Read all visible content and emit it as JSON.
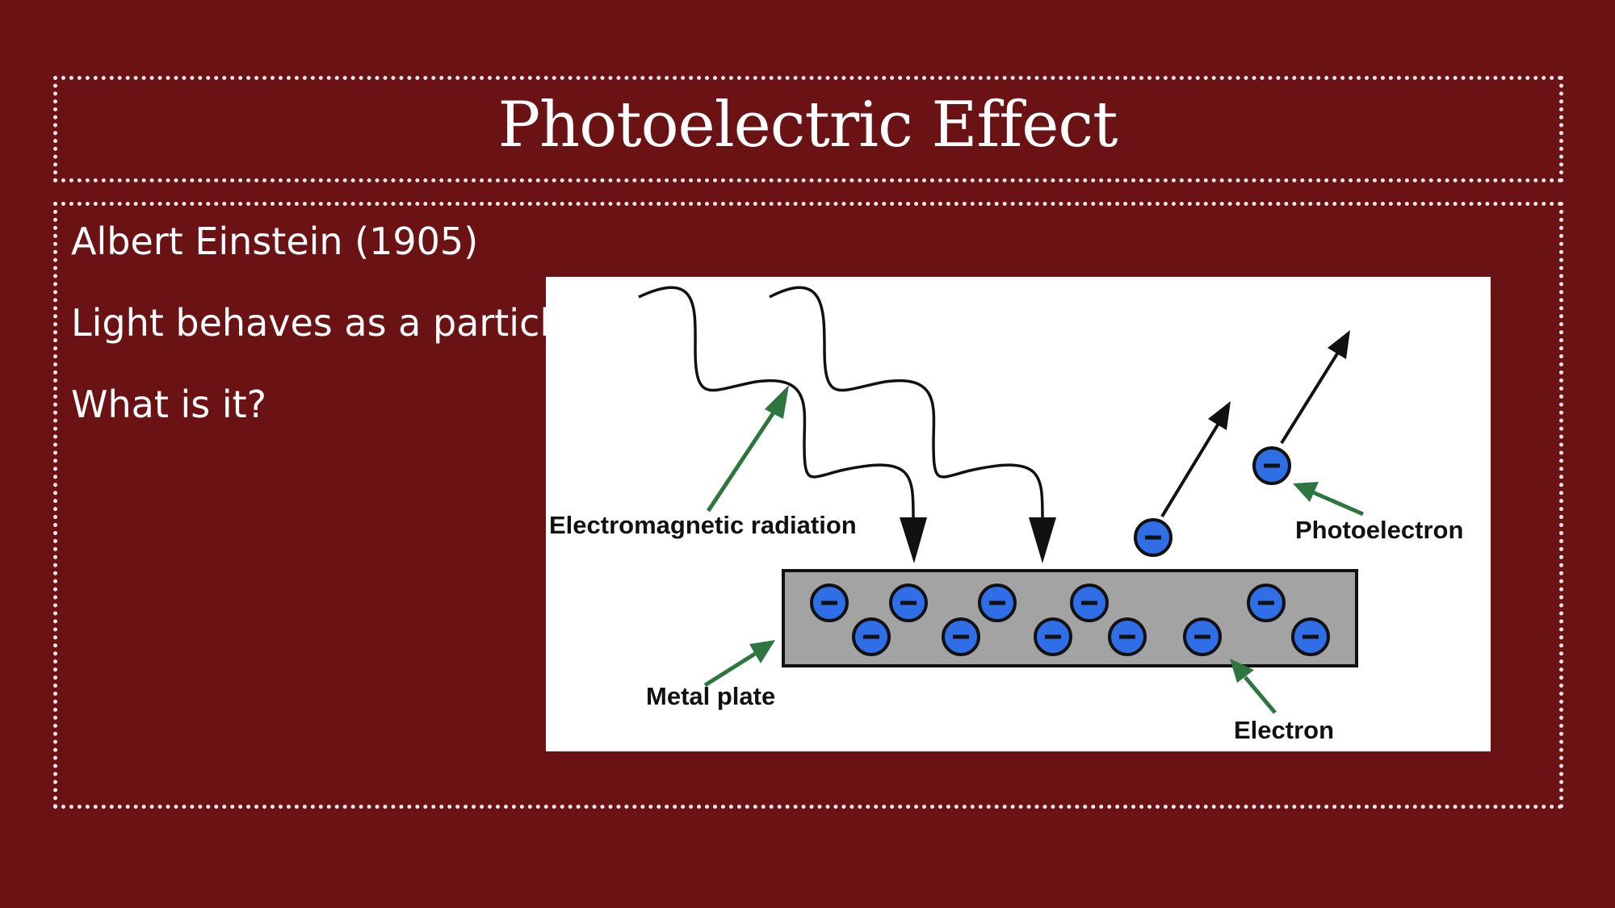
{
  "slide": {
    "title": "Photoelectric Effect",
    "bullets": [
      "Albert Einstein (1905)",
      "Light behaves as a particle?",
      "What is it?"
    ]
  },
  "diagram": {
    "labels": {
      "radiation": "Electromagnetic radiation",
      "photoelectron": "Photoelectron",
      "metal_plate": "Metal plate",
      "electron": "Electron"
    },
    "electron_symbol": "−",
    "colors": {
      "background": "#6a1214",
      "border": "#f3e9e9",
      "plate": "#a3a3a3",
      "electron": "#2f6ee6",
      "annotation_arrow": "#2e7540"
    }
  }
}
